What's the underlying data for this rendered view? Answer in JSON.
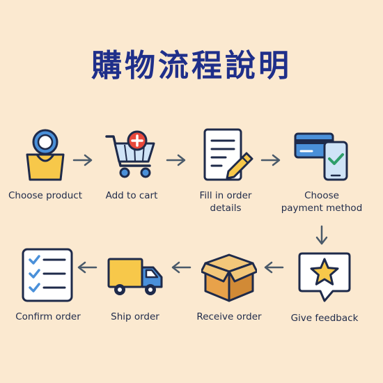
{
  "title": "購物流程說明",
  "steps": [
    {
      "label": "Choose product",
      "icon": "shopping-bag-icon"
    },
    {
      "label": "Add to cart",
      "icon": "cart-add-icon"
    },
    {
      "label": "Fill in order\ndetails",
      "icon": "document-pen-icon"
    },
    {
      "label": "Choose\npayment method",
      "icon": "card-phone-icon"
    },
    {
      "label": "Give feedback",
      "icon": "star-speech-bubble-icon"
    },
    {
      "label": "Receive order",
      "icon": "open-box-icon"
    },
    {
      "label": "Ship order",
      "icon": "delivery-truck-icon"
    },
    {
      "label": "Confirm order",
      "icon": "checklist-icon"
    }
  ],
  "colors": {
    "background": "#fbe9d0",
    "title": "#1f2f8a",
    "outline": "#1e2a4a",
    "blue": "#4a90d9",
    "yellow": "#f7c84a",
    "orange": "#e8a24a",
    "red": "#e8483b",
    "green": "#2e9e6a",
    "arrow": "#4a5a6a"
  }
}
